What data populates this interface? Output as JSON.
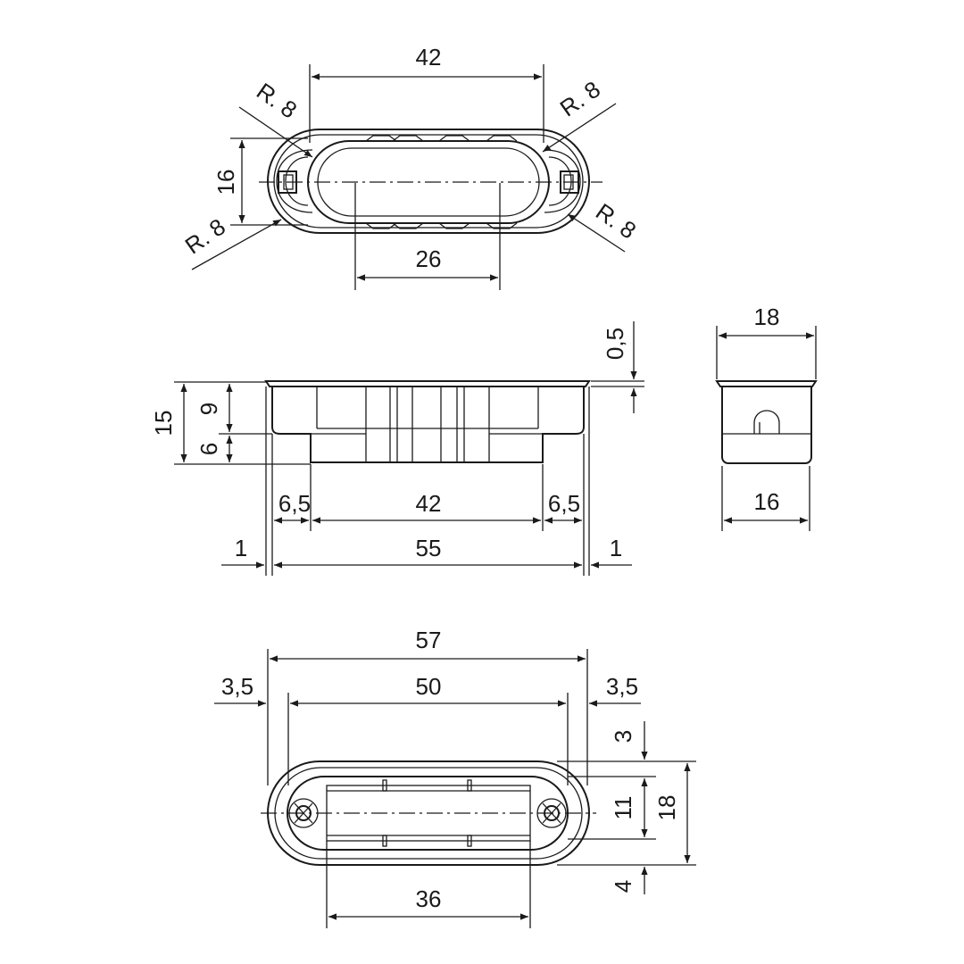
{
  "top_view": {
    "width_42": "42",
    "height_16": "16",
    "slot_26": "26",
    "radius_tl": "R. 8",
    "radius_tr": "R. 8",
    "radius_bl": "R. 8",
    "radius_br": "R. 8"
  },
  "side_view": {
    "height_15": "15",
    "height_9": "9",
    "height_6": "6",
    "flange_05": "0,5",
    "left_65": "6,5",
    "mid_42": "42",
    "right_65": "6,5",
    "left_1": "1",
    "total_55": "55",
    "right_1": "1"
  },
  "end_view": {
    "width_18": "18",
    "width_16": "16"
  },
  "bottom_view": {
    "total_57": "57",
    "left_35": "3,5",
    "mid_50": "50",
    "right_35": "3,5",
    "top_3": "3",
    "mid_11": "11",
    "height_18": "18",
    "bottom_4": "4",
    "slot_36": "36"
  }
}
